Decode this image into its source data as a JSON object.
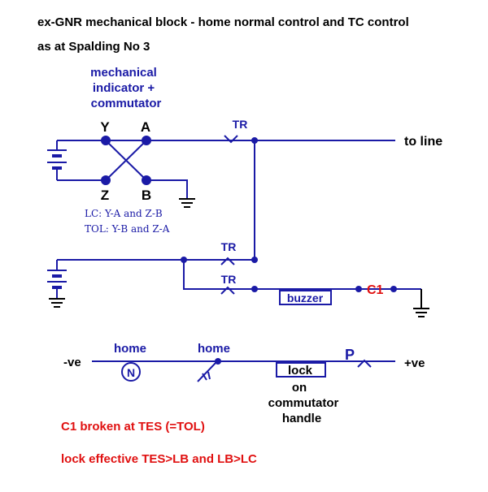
{
  "title_line1": "ex-GNR mechanical block - home normal control and TC control",
  "title_line2": "as at Spalding No 3",
  "indicator_label": [
    "mechanical",
    "indicator +",
    "commutator"
  ],
  "terminals": {
    "y": "Y",
    "a": "A",
    "z": "Z",
    "b": "B"
  },
  "tr_labels": [
    "TR",
    "TR",
    "TR"
  ],
  "to_line": "to line",
  "notes": [
    "LC: Y-A and Z-B",
    "TOL: Y-B and Z-A"
  ],
  "buzzer": "buzzer",
  "c1": "C1",
  "bottom": {
    "neg": "-ve",
    "pos": "+ve",
    "home1": "home",
    "home2": "home",
    "n": "N",
    "lock": "lock",
    "on": "on",
    "commutator": "commutator",
    "handle": "handle",
    "p": "P"
  },
  "footer1": "C1 broken at TES (=TOL)",
  "footer2": "lock effective TES>LB and LB>LC",
  "colors": {
    "blue": "#1a1aa6",
    "red": "#e01010",
    "black": "#000000"
  }
}
